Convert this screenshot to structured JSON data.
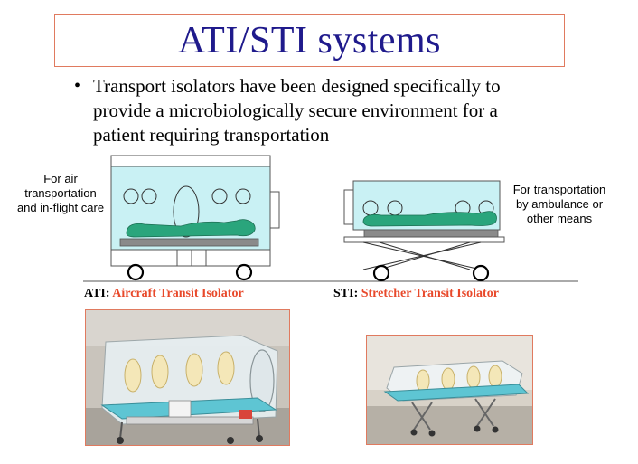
{
  "slide": {
    "title": "ATI/STI systems",
    "bullet": "Transport isolators have been designed specifically to provide a microbiologically secure environment for a patient requiring transportation"
  },
  "labels": {
    "left": "For air transportation and in-flight care",
    "right": "For transportation by ambulance or other means"
  },
  "captions": {
    "ati_abbr": "ATI:",
    "ati_full": "Aircraft Transit Isolator",
    "sti_abbr": "STI:",
    "sti_full": "Stretcher Transit Isolator"
  },
  "colors": {
    "title": "#1f1a8c",
    "accent": "#e8492b",
    "border": "#e07a5f",
    "isolator_fill": "#c9f1f4",
    "patient_fill": "#2aa57c"
  }
}
